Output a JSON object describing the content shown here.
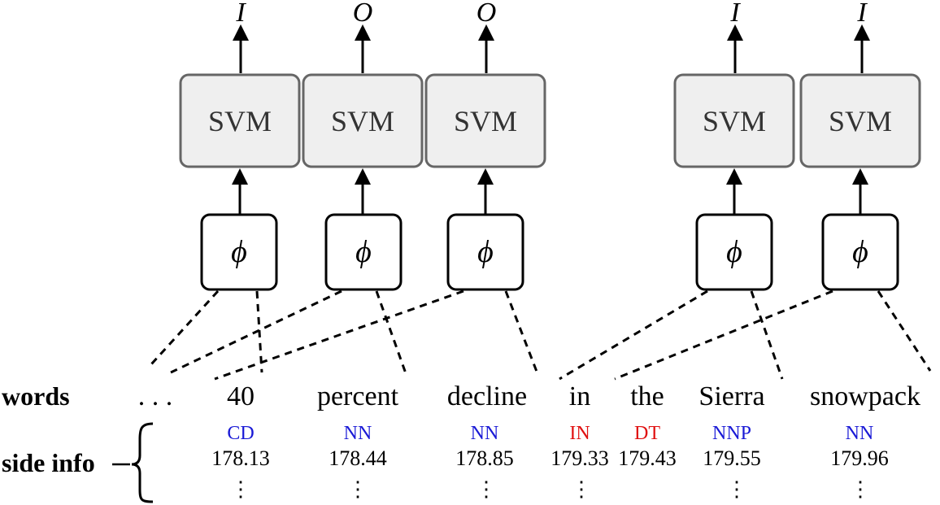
{
  "labels": {
    "words": "words",
    "side_info": "side info",
    "ellipsis": ". . .",
    "vdots": "⋮"
  },
  "colors": {
    "noun_tag": "#1a1ad6",
    "other_tag": "#e01010",
    "svm_fill": "#efefef",
    "svm_stroke": "#666666"
  },
  "icons": {
    "brace": "left-curly-brace",
    "arrow": "up-arrow"
  },
  "classifiers": [
    {
      "svm_label": "SVM",
      "feature_label": "ϕ",
      "output": "I"
    },
    {
      "svm_label": "SVM",
      "feature_label": "ϕ",
      "output": "O"
    },
    {
      "svm_label": "SVM",
      "feature_label": "ϕ",
      "output": "O"
    },
    {
      "svm_label": "SVM",
      "feature_label": "ϕ",
      "output": "I"
    },
    {
      "svm_label": "SVM",
      "feature_label": "ϕ",
      "output": "I"
    }
  ],
  "tokens": [
    {
      "word": "40",
      "tag": "CD",
      "tag_color": "#1a1ad6",
      "value": "178.13"
    },
    {
      "word": "percent",
      "tag": "NN",
      "tag_color": "#1a1ad6",
      "value": "178.44"
    },
    {
      "word": "decline",
      "tag": "NN",
      "tag_color": "#1a1ad6",
      "value": "178.85"
    },
    {
      "word": "in",
      "tag": "IN",
      "tag_color": "#e01010",
      "value": "179.33"
    },
    {
      "word": "the",
      "tag": "DT",
      "tag_color": "#e01010",
      "value": "179.43"
    },
    {
      "word": "Sierra",
      "tag": "NNP",
      "tag_color": "#1a1ad6",
      "value": "179.55"
    },
    {
      "word": "snowpack",
      "tag": "NN",
      "tag_color": "#1a1ad6",
      "value": "179.96"
    }
  ]
}
